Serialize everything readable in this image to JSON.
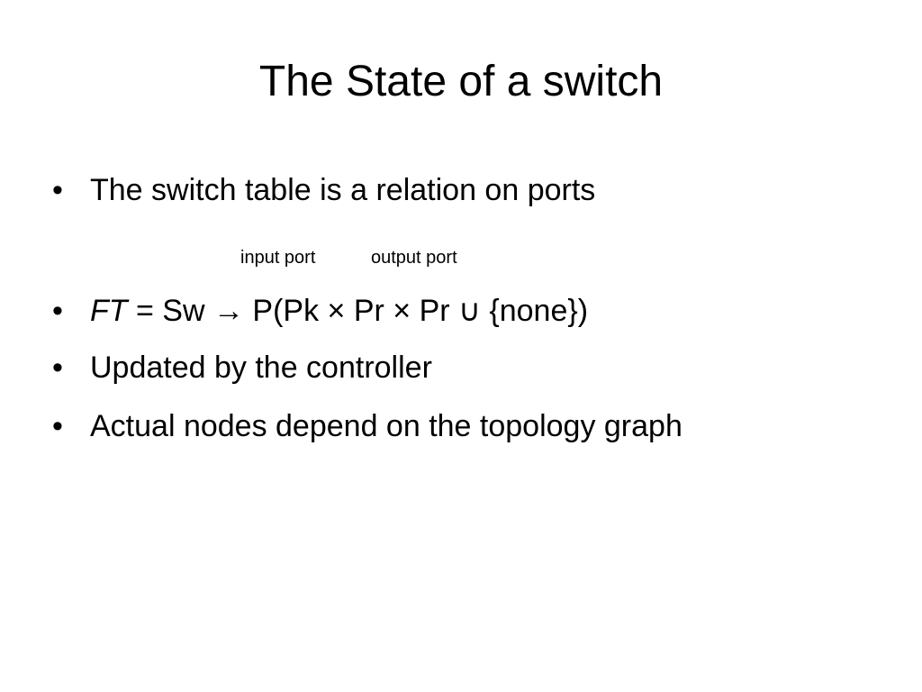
{
  "slide": {
    "title": "The State of a switch",
    "bullet_symbol": "•",
    "bullets": [
      {
        "text": "The switch table is a relation on ports"
      },
      {
        "formula": {
          "italic_part": "FT",
          "rest": " = Sw → P(Pk × Pr × Pr ∪ {none})"
        }
      },
      {
        "text": "Updated by the controller"
      },
      {
        "text": "Actual nodes depend on the topology graph"
      }
    ],
    "annotations": {
      "input_port": "input port",
      "output_port": "output port"
    }
  }
}
